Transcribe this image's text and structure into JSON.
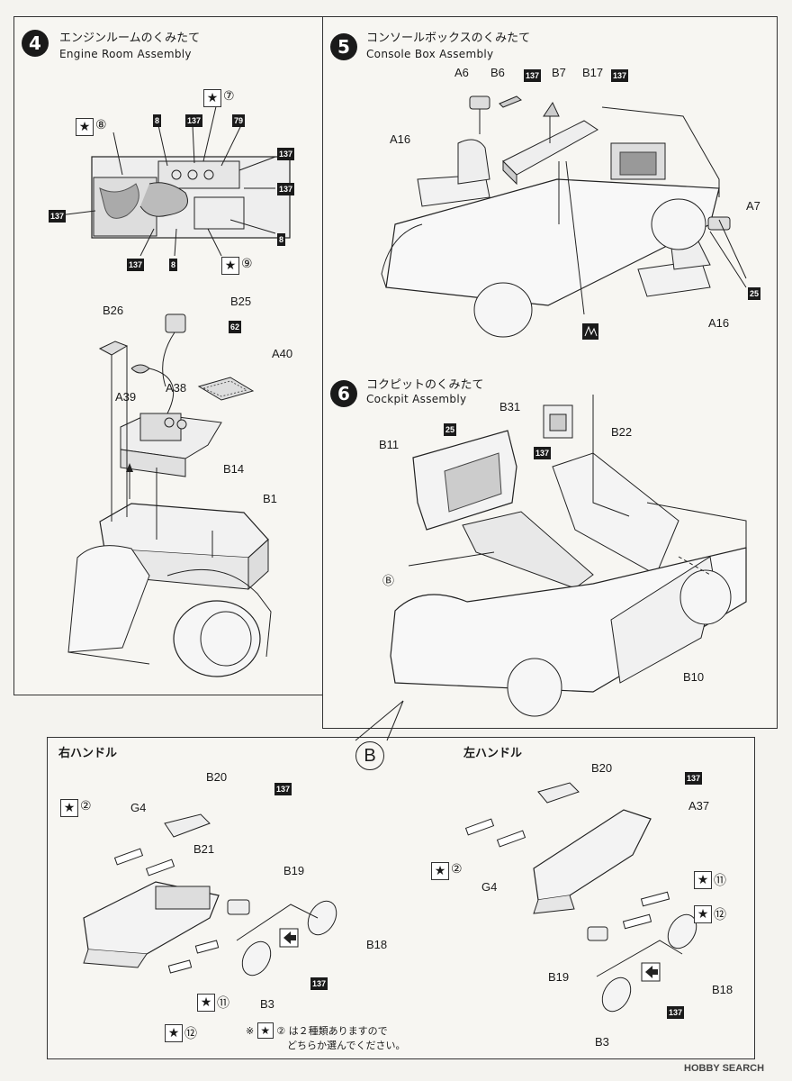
{
  "steps": [
    {
      "num": "4",
      "title_jp": "エンジンルームのくみたて",
      "title_en": "Engine Room  Assembly"
    },
    {
      "num": "5",
      "title_jp": "コンソールボックスのくみたて",
      "title_en": "Console  Box  Assembly"
    },
    {
      "num": "6",
      "title_jp": "コクピットのくみたて",
      "title_en": "Cockpit   Assembly"
    }
  ],
  "step4": {
    "labels": [
      "B25",
      "B26",
      "A40",
      "A39",
      "A38",
      "B14",
      "B1"
    ],
    "badges": [
      "8",
      "137",
      "79",
      "137",
      "137",
      "137",
      "8",
      "137",
      "8",
      "62"
    ],
    "decals": [
      "⑧",
      "⑦",
      "⑨"
    ]
  },
  "step5": {
    "labels": [
      "A6",
      "B6",
      "B7",
      "B17",
      "A16",
      "A7",
      "A16"
    ],
    "badges": [
      "137",
      "137",
      "25"
    ]
  },
  "step6": {
    "labels": [
      "B31",
      "B11",
      "B22",
      "B10"
    ],
    "marker": "Ⓑ",
    "badges": [
      "25",
      "137"
    ]
  },
  "inset": {
    "marker": "B",
    "right_title": "右ハンドル",
    "left_title": "左ハンドル",
    "right_labels": [
      "B20",
      "G4",
      "B21",
      "B19",
      "B18",
      "B3"
    ],
    "left_labels": [
      "B20",
      "A37",
      "G4",
      "B19",
      "B18",
      "B3"
    ],
    "badges": [
      "137",
      "137",
      "137",
      "137"
    ],
    "decals": [
      "②",
      "⑪",
      "⑫",
      "②",
      "⑪",
      "⑫"
    ],
    "note_symbol": "※",
    "note_decal": "②",
    "note_line1": "は２種類ありますので",
    "note_line2": "どちらか選んでください。"
  },
  "watermark": "HOBBY SEARCH"
}
